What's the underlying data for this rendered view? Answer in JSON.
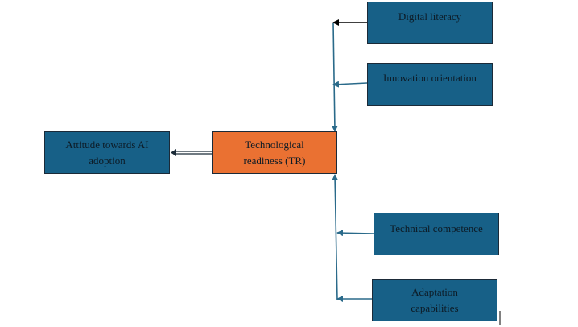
{
  "nodes": {
    "digital_literacy": "Digital literacy",
    "innovation_orientation": "Innovation  orientation",
    "technological_readiness": [
      "Technological",
      "readiness  (TR)"
    ],
    "attitude": [
      "Attitude towards AI",
      "adoption"
    ],
    "technical_competence": "Technical  competence",
    "adaptation_capabilities": [
      "Adaptation",
      "capabilities"
    ]
  },
  "colors": {
    "box_blue": "#176087",
    "box_orange": "#ea7132",
    "arrow_teal": "#2a6a8a",
    "arrow_dark": "#000000"
  }
}
